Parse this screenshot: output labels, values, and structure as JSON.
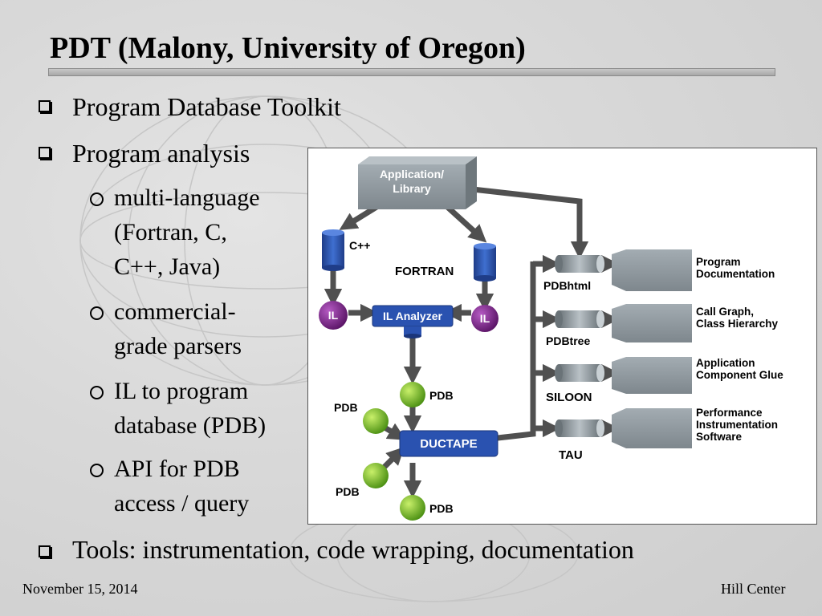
{
  "slide": {
    "title": "PDT (Malony, University of Oregon)",
    "bullets": [
      "Program Database Toolkit",
      "Program analysis",
      "Tools: instrumentation, code wrapping, documentation"
    ],
    "sub_bullets": [
      [
        "multi-language",
        "(Fortran, C,",
        "C++, Java)"
      ],
      [
        "commercial-",
        "grade parsers"
      ],
      [
        "IL to program",
        "database (PDB)"
      ],
      [
        "API for PDB",
        "access / query"
      ]
    ]
  },
  "diagram": {
    "app_library": [
      "Application/",
      "Library"
    ],
    "cpp": "C++",
    "fortran": "FORTRAN",
    "il": "IL",
    "il_analyzer": "IL Analyzer",
    "pdb": "PDB",
    "ductape": "DUCTAPE",
    "tools": [
      {
        "label": "PDBhtml",
        "output": [
          "Program",
          "Documentation"
        ]
      },
      {
        "label": "PDBtree",
        "output": [
          "Call Graph,",
          "Class Hierarchy"
        ]
      },
      {
        "label": "SILOON",
        "output": [
          "Application",
          "Component Glue"
        ]
      },
      {
        "label": "TAU",
        "output": [
          "Performance",
          "Instrumentation",
          "Software"
        ]
      }
    ]
  },
  "footer": {
    "date": "November 15, 2014",
    "location": "Hill Center"
  },
  "colors": {
    "arrow": "#505050",
    "gray_box": "#8c959c",
    "blue": "#2a4fa8",
    "purple": "#6a1b78",
    "green": "#6ab31d"
  }
}
